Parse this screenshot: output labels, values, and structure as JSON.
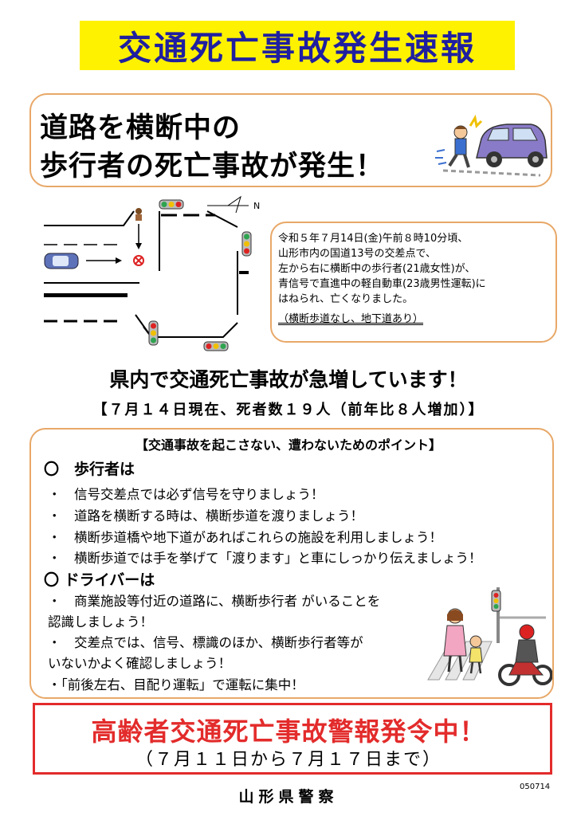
{
  "title": "交通死亡事故発生速報",
  "headline": {
    "line1": "道路を横断中の",
    "line2": "歩行者の死亡事故が発生！"
  },
  "compass_label": "N",
  "description": {
    "lines": [
      "令和５年７月14日(金)午前８時10分頃、",
      "山形市内の国道13号の交差点で、",
      "左から右に横断中の歩行者(21歳女性)が、",
      "青信号で直進中の軽自動車(23歳男性運転)に",
      "はねられ、亡くなりました。",
      "（横断歩道なし、地下道あり）"
    ]
  },
  "increase_text": "県内で交通死亡事故が急増しています！",
  "count_text": "【７月１４日現在、死者数１９人（前年比８人増加）】",
  "points": {
    "title": "【交通事故を起こさない、遭わないためのポイント】",
    "pedestrian_heading": "〇　歩行者は",
    "pedestrian_items": [
      "・　信号交差点では必ず信号を守りましょう！",
      "・　道路を横断する時は、横断歩道を渡りましょう！",
      "・　横断歩道橋や地下道があればこれらの施設を利用しましょう！",
      "・　横断歩道では手を挙げて「渡ります」と車にしっかり伝えましょう！"
    ],
    "driver_heading": "〇 ドライバーは",
    "driver_items": [
      "・　商業施設等付近の道路に、横断歩行者 がいることを",
      "認識しましょう！",
      "・　交差点では、信号、標識のほか、横断歩行者等が",
      "いないかよく確認しましょう！",
      "・「前後左右、目配り運転」で運転に集中！"
    ]
  },
  "alert": {
    "text": "高齢者交通死亡事故警報発令中！",
    "period": "（７月１１日から７月１７日まで）"
  },
  "issuer": "山形県警察",
  "code": "050714",
  "colors": {
    "title_bg": "#fff200",
    "title_text": "#1f1fa0",
    "box_border": "#e8a868",
    "alert": "#e32b2b"
  }
}
